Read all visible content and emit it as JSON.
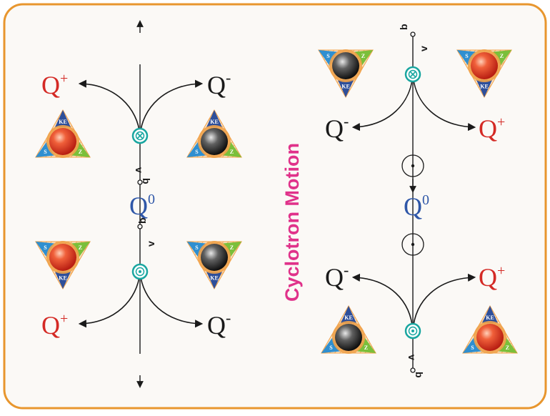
{
  "title": "Cyclotron Motion",
  "labels": {
    "q_plus": "Q",
    "q_minus": "Q",
    "q_zero": "Q",
    "sup_plus": "+",
    "sup_minus": "-",
    "sup_zero": "0",
    "v": "v",
    "b": "b"
  },
  "triangle_corners": {
    "top": "KE",
    "left": "S",
    "right": "Z"
  },
  "colors": {
    "frame": "#e8962e",
    "panel_bg": "#fbf9f6",
    "q_plus": "#d42a25",
    "q_minus": "#1a1a1a",
    "q_zero": "#2f57a8",
    "title": "#e0328a",
    "field_symbol": "#19a6a0",
    "positive_particle": "#e8442a",
    "negative_particle": "#3a3a3a",
    "particle_ring": "#f0a24a",
    "corner_blue": "#2f8fd0",
    "corner_green": "#7bbf3a",
    "corner_navy": "#2e4f9a"
  }
}
